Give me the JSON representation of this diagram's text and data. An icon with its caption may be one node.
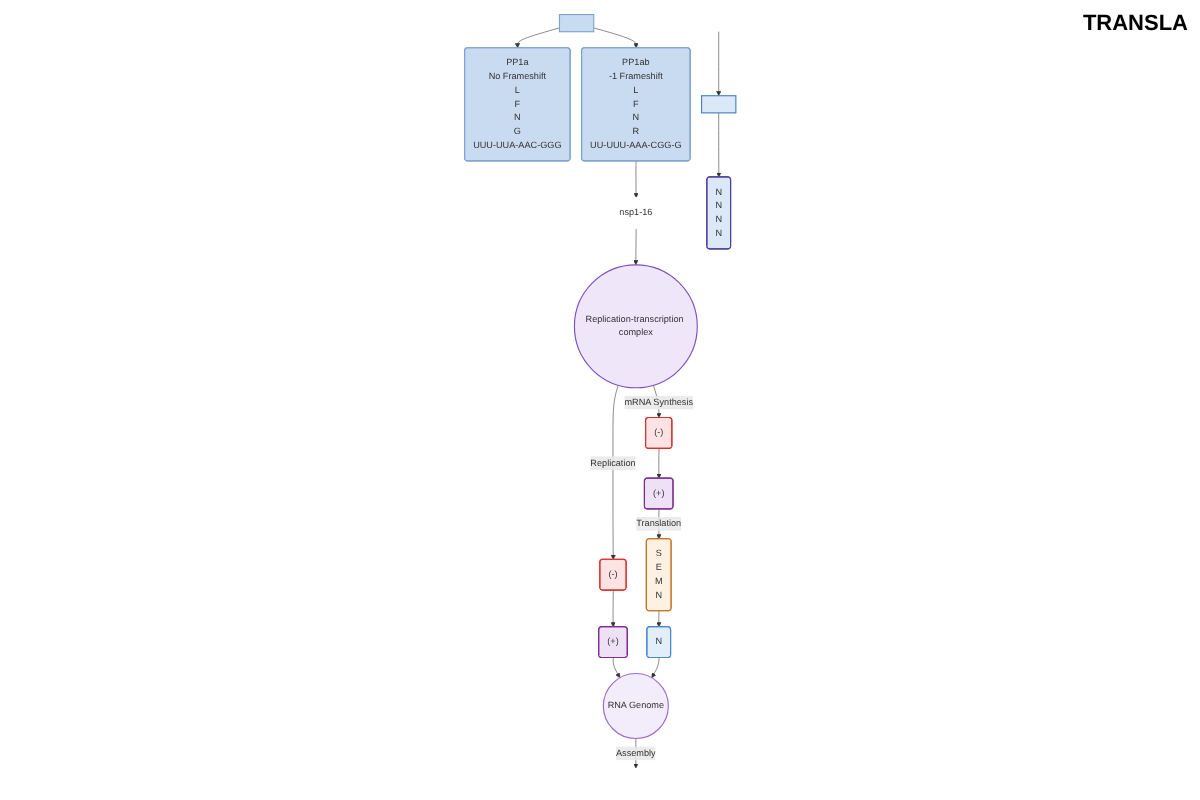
{
  "diagram": {
    "nodes": [
      {
        "text": [],
        "shape": "box"
      },
      {
        "text": [
          "PP1a",
          "No Frameshift",
          "L",
          "F",
          "N",
          "G",
          "UUU-UUA-AAC-GGG"
        ]
      },
      {
        "text": [
          "PP1ab",
          "-1 Frameshift",
          "L",
          "F",
          "N",
          "R",
          "UU-UUU-AAA-CGG-G"
        ]
      },
      {
        "text": [
          "nsp1-16"
        ]
      },
      {
        "text": [
          "Replication-transcription complex"
        ]
      },
      {
        "text": [],
        "shape": "box"
      },
      {
        "text": [
          "N",
          "N",
          "N",
          "N"
        ]
      },
      {
        "text": [
          "(-)"
        ]
      },
      {
        "text": [
          "(+)"
        ]
      },
      {
        "text": [
          "S",
          "E",
          "M",
          "N"
        ]
      },
      {
        "text": [
          "N"
        ]
      },
      {
        "text": [
          "(-)"
        ]
      },
      {
        "text": [
          "(+)"
        ]
      },
      {
        "text": [
          "RNA Genome"
        ]
      }
    ],
    "edges": [
      {
        "from": 0,
        "to": 1,
        "arrow": "to"
      },
      {
        "from": 0,
        "to": 2,
        "arrow": "to"
      },
      {
        "from": null,
        "to": 5,
        "arrow": "to"
      },
      {
        "from": 5,
        "to": 6,
        "arrow": "to"
      },
      {
        "from": 2,
        "to": 3,
        "arrow": "to"
      },
      {
        "from": 3,
        "to": 4,
        "arrow": "to"
      },
      {
        "from": 4,
        "to": 7,
        "arrow": "to",
        "label": "mRNA Synthesis"
      },
      {
        "from": 7,
        "to": 8,
        "arrow": "to"
      },
      {
        "from": 8,
        "to": 9,
        "arrow": "to",
        "label": "Translation"
      },
      {
        "from": 9,
        "to": 10,
        "arrow": "to"
      },
      {
        "from": 4,
        "to": 11,
        "arrow": "to",
        "label": "Replication"
      },
      {
        "from": 11,
        "to": 12,
        "arrow": "to"
      },
      {
        "from": 12,
        "to": 13,
        "arrow": "to"
      },
      {
        "from": 10,
        "to": 13,
        "arrow": "to"
      },
      {
        "from": 13,
        "to": null,
        "arrow": "to",
        "label": "Assembly"
      }
    ],
    "labels": [
      "TRANSLA"
    ]
  }
}
